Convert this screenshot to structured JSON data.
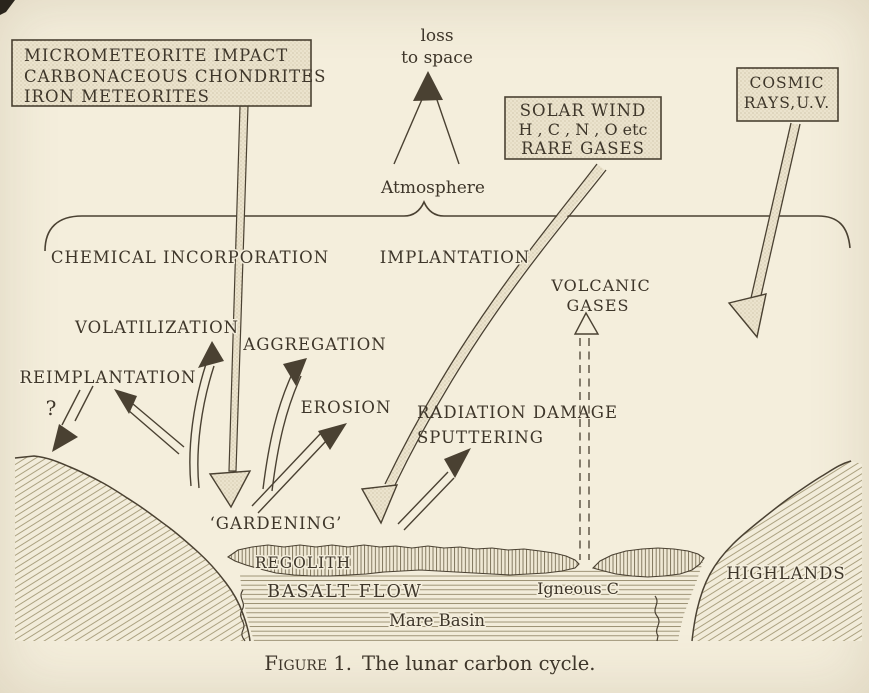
{
  "figure": {
    "caption_label": "Figure 1.",
    "caption_text": "The lunar carbon cycle."
  },
  "colors": {
    "paper": "#f4eedc",
    "ink": "#4a4132",
    "box_fill": "#ebe3cd",
    "hatch": "#90855f"
  },
  "boxes": {
    "micrometeorite": {
      "line1": "MICROMETEORITE IMPACT",
      "line2": "CARBONACEOUS CHONDRITES",
      "line3": "IRON METEORITES"
    },
    "solar_wind": {
      "line1": "SOLAR WIND",
      "line2": "H , C , N , O etc",
      "line3": "RARE GASES"
    },
    "cosmic_rays": {
      "line1": "COSMIC",
      "line2": "RAYS,U.V."
    }
  },
  "labels": {
    "loss_line1": "loss",
    "loss_line2": "to space",
    "atmosphere": "Atmosphere",
    "chemical_incorporation": "CHEMICAL INCORPORATION",
    "implantation": "IMPLANTATION",
    "volcanic_line1": "VOLCANIC",
    "volcanic_line2": "GASES",
    "volatilization": "VOLATILIZATION",
    "aggregation": "AGGREGATION",
    "reimplantation": "REIMPLANTATION",
    "uncertainty": "?",
    "erosion": "EROSION",
    "radiation_damage": "RADIATION DAMAGE",
    "sputtering": "SPUTTERING",
    "gardening": "‘GARDENING’",
    "regolith": "REGOLITH",
    "basalt_flow": "BASALT FLOW",
    "igneous_c": "Igneous C",
    "mare_basin": "Mare Basin",
    "highlands": "HIGHLANDS"
  }
}
